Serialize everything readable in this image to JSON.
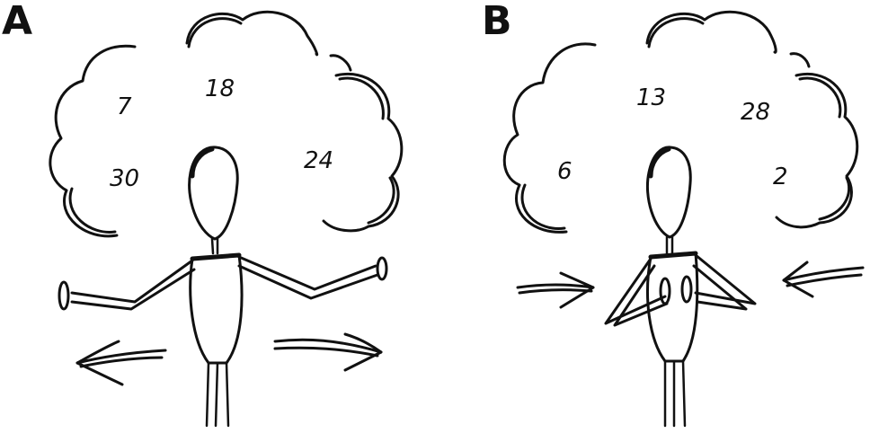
{
  "panels": [
    {
      "label": "A",
      "numbers": [
        "7",
        "18",
        "30",
        "24"
      ]
    },
    {
      "label": "B",
      "numbers": [
        "13",
        "28",
        "6",
        "2"
      ]
    }
  ]
}
